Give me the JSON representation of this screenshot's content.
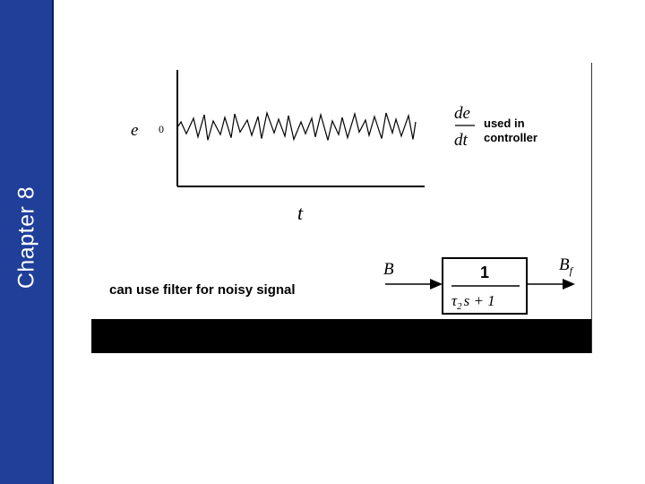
{
  "sidebar": {
    "chapter": "Chapter 8",
    "color": "#1f3f99"
  },
  "plot": {
    "y_symbol": "e",
    "zero_tick": "0",
    "x_symbol": "t",
    "derivative_num": "de",
    "derivative_den": "dt",
    "used_line1": "used in",
    "used_line2": "controller"
  },
  "filter": {
    "caption": "can use filter for noisy signal",
    "input": "B",
    "numerator": "1",
    "tau": "τ",
    "tau_sub": "2",
    "den_tail": "s + 1",
    "output_main": "B",
    "output_sub": "f"
  }
}
